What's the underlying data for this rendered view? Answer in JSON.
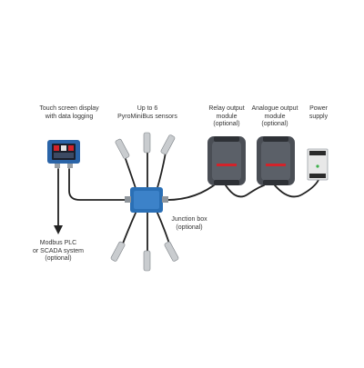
{
  "labels": {
    "touch_display": [
      "Touch screen display",
      "with data logging"
    ],
    "sensors": [
      "Up to 6",
      "PyroMiniBus sensors"
    ],
    "relay": [
      "Relay output",
      "module",
      "(optional)"
    ],
    "analogue": [
      "Analogue output",
      "module",
      "(optional)"
    ],
    "power": [
      "Power",
      "supply"
    ],
    "junction": [
      "Junction box",
      "(optional)"
    ],
    "modbus": [
      "Modbus PLC",
      "or SCADA system",
      "(optional)"
    ]
  },
  "colors": {
    "cable": "#222222",
    "junction_box": "#2a6fb5",
    "display_body": "#2a64a8",
    "module_body": "#4a4e55",
    "accent_red": "#d2232a",
    "power_body": "#e8e8e8",
    "sensor_metal": "#c9cccf"
  },
  "icons": [
    "touch-display-icon",
    "junction-box-icon",
    "sensor-icon",
    "relay-module-icon",
    "analogue-module-icon",
    "power-supply-icon",
    "arrow-down-icon"
  ]
}
